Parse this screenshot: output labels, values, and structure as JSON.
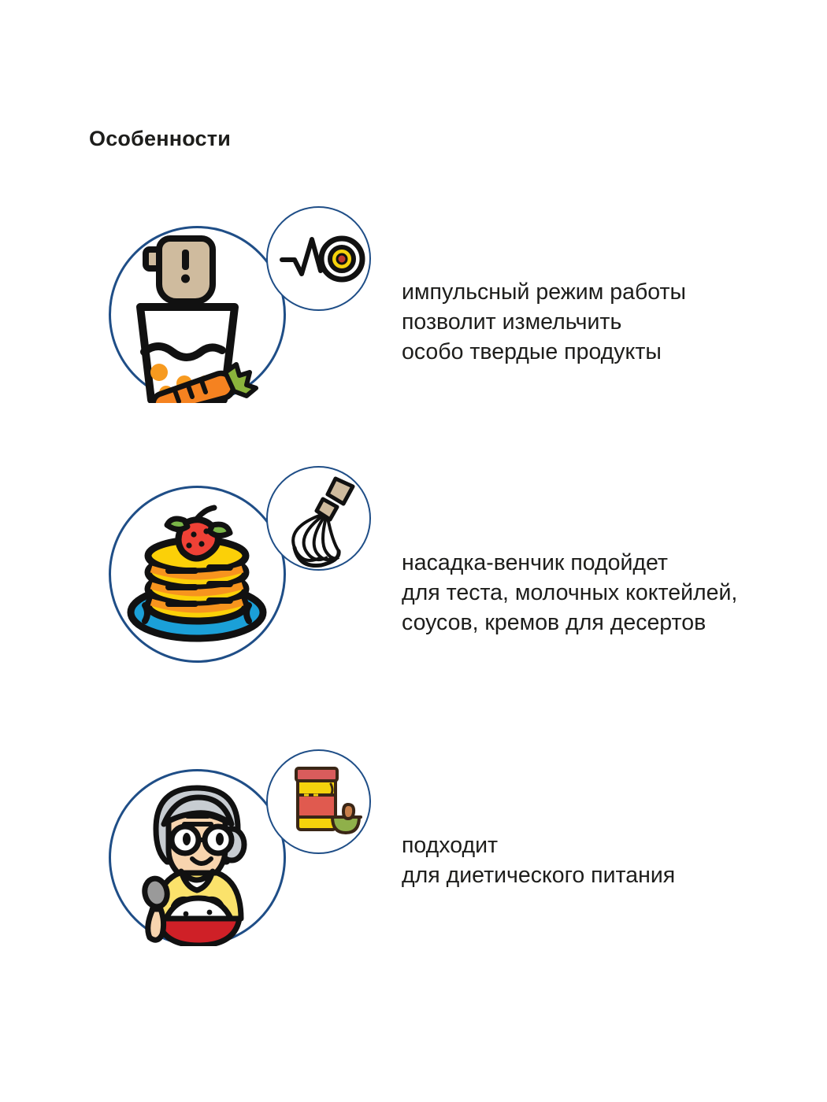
{
  "page": {
    "title": "Особенности",
    "background": "#ffffff",
    "accent_circle_color": "#1f4e87",
    "text_color": "#1d1d1b"
  },
  "features": [
    {
      "main_icon": "hand-blender-glass-carrot-icon",
      "badge_icon": "pulse-target-icon",
      "lines": [
        "импульсный режим работы",
        "позволит измельчить",
        "особо твердые продукты"
      ]
    },
    {
      "main_icon": "pancakes-strawberry-plate-icon",
      "badge_icon": "whisk-icon",
      "lines": [
        "насадка-венчик подойдет",
        "для теста, молочных коктейлей,",
        "соусов, кремов для десертов"
      ]
    },
    {
      "main_icon": "elderly-woman-bowl-spoon-icon",
      "badge_icon": "baby-food-jar-bowl-icon",
      "lines": [
        "подходит",
        "для диетического питания"
      ]
    }
  ]
}
